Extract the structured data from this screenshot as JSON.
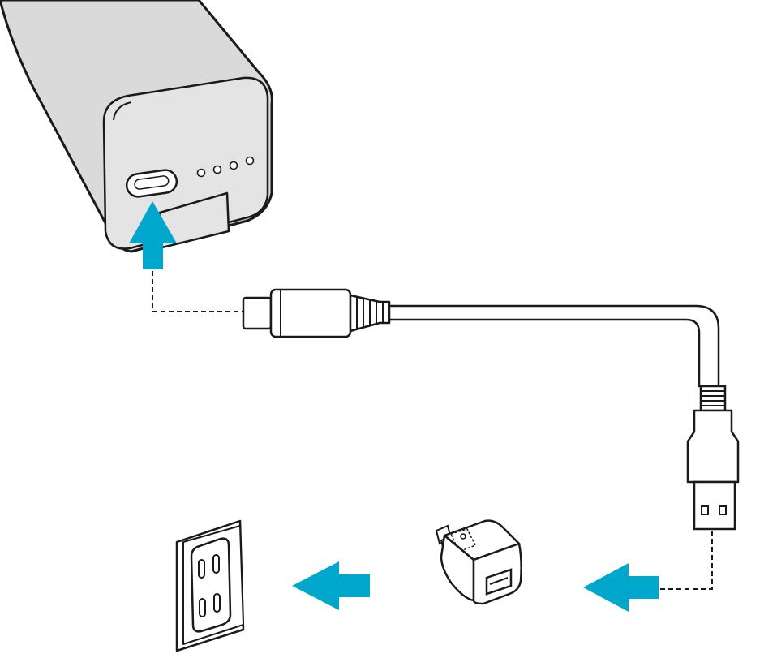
{
  "diagram": {
    "kind": "charging-connection-illustration",
    "components": [
      {
        "id": "battery-unit",
        "icon": "power-bank-icon",
        "led_count": 4
      },
      {
        "id": "cable",
        "icon": "usb-cable-icon",
        "ends": [
          "small-plug",
          "usb-a-plug"
        ]
      },
      {
        "id": "adapter",
        "icon": "usb-wall-adapter-icon",
        "ports": 1
      },
      {
        "id": "outlet",
        "icon": "wall-outlet-icon",
        "sockets": 2
      }
    ],
    "arrows": [
      {
        "id": "arrow-into-battery",
        "direction": "up"
      },
      {
        "id": "arrow-into-adapter",
        "direction": "left"
      },
      {
        "id": "arrow-into-outlet",
        "direction": "left"
      }
    ],
    "colors": {
      "arrow": "#00a7cc",
      "device_body": "#dadada",
      "device_face": "#e4e4e4",
      "outline": "#1a1a1a",
      "background": "#ffffff"
    }
  }
}
